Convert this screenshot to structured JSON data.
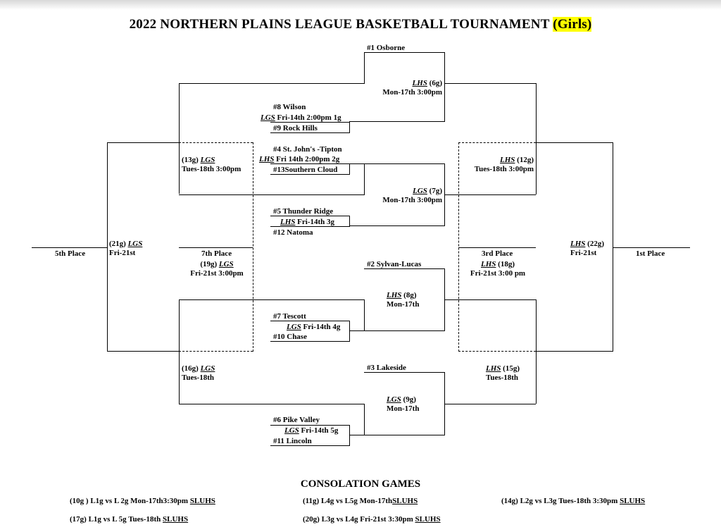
{
  "title": {
    "main": "2022 NORTHERN PLAINS LEAGUE BASKETBALL TOURNAMENT",
    "highlight": "(Girls)"
  },
  "teams": {
    "osborne": "#1 Osborne",
    "wilson": "#8  Wilson",
    "rockhills": "#9   Rock Hills",
    "stjohns": "#4 St. John's -Tipton",
    "southerncloud": "#13Southern Cloud",
    "thunderridge": "#5 Thunder Ridge",
    "natoma": "#12  Natoma",
    "sylvanlucas": "#2  Sylvan-Lucas",
    "tescott": "#7  Tescott",
    "chase": "#10  Chase",
    "lakeside": "#3 Lakeside",
    "pikevalley": "#6  Pike Valley",
    "lincoln": "#11   Lincoln"
  },
  "games": {
    "g1": {
      "loc": "LGS",
      "text": " Fri-14th  2:00pm 1g"
    },
    "g2": {
      "loc": "LHS",
      "text": " Fri 14th  2:00pm 2g"
    },
    "g3": {
      "loc": "LHS",
      "text": " Fri-14th  3g"
    },
    "g4": {
      "loc": "LGS",
      "text": " Fri-14th   4g"
    },
    "g5": {
      "loc": "LGS",
      "text": "  Fri-14th    5g"
    },
    "g6": {
      "loc": "LHS",
      "num": " (6g)",
      "when": "Mon-17th 3:00pm"
    },
    "g7": {
      "loc": "LGS",
      "num": " (7g)",
      "when": "Mon-17th 3:00pm"
    },
    "g8": {
      "loc": "LHS",
      "num": " (8g)",
      "when": "Mon-17th"
    },
    "g9": {
      "loc": "LGS",
      "num": " (9g)",
      "when": "Mon-17th"
    },
    "g12": {
      "loc": "LHS",
      "num": " (12g)",
      "when": "Tues-18th   3:00pm"
    },
    "g13": {
      "num": "(13g) ",
      "loc": "LGS",
      "when": "Tues-18th  3:00pm"
    },
    "g15": {
      "loc": "LHS",
      "num": " (15g)",
      "when": "Tues-18th"
    },
    "g16": {
      "num": "(16g) ",
      "loc": "LGS",
      "when": "Tues-18th"
    },
    "g18": {
      "loc": "LHS",
      "num": " (18g)",
      "when": "Fri-21st   3:00 pm"
    },
    "g19": {
      "num": "(19g) ",
      "loc": "LGS",
      "when": "Fri-21st  3:00pm"
    },
    "g21": {
      "num": "(21g) ",
      "loc": "LGS",
      "when": "Fri-21st"
    },
    "g22": {
      "loc": "LHS",
      "num": " (22g)",
      "when": "Fri-21st"
    }
  },
  "places": {
    "fifth": "5th Place",
    "seventh": "7th Place",
    "third": "3rd Place",
    "first": "1st Place"
  },
  "consolation": {
    "title": "CONSOLATION GAMES",
    "items": [
      {
        "text": "(10g ) L1g vs L 2g Mon-17th3:30pm ",
        "loc": "SLUHS"
      },
      {
        "text": "(11g) L4g vs L5g Mon-17th",
        "loc": "SLUHS"
      },
      {
        "text": "(14g) L2g vs L3g Tues-18th   3:30pm ",
        "loc": "SLUHS"
      },
      {
        "text": "(17g) L1g vs L 5g Tues-18th   ",
        "loc": "SLUHS"
      },
      {
        "text": "(20g) L3g vs L4g Fri-21st  3:30pm ",
        "loc": "SLUHS"
      }
    ]
  }
}
